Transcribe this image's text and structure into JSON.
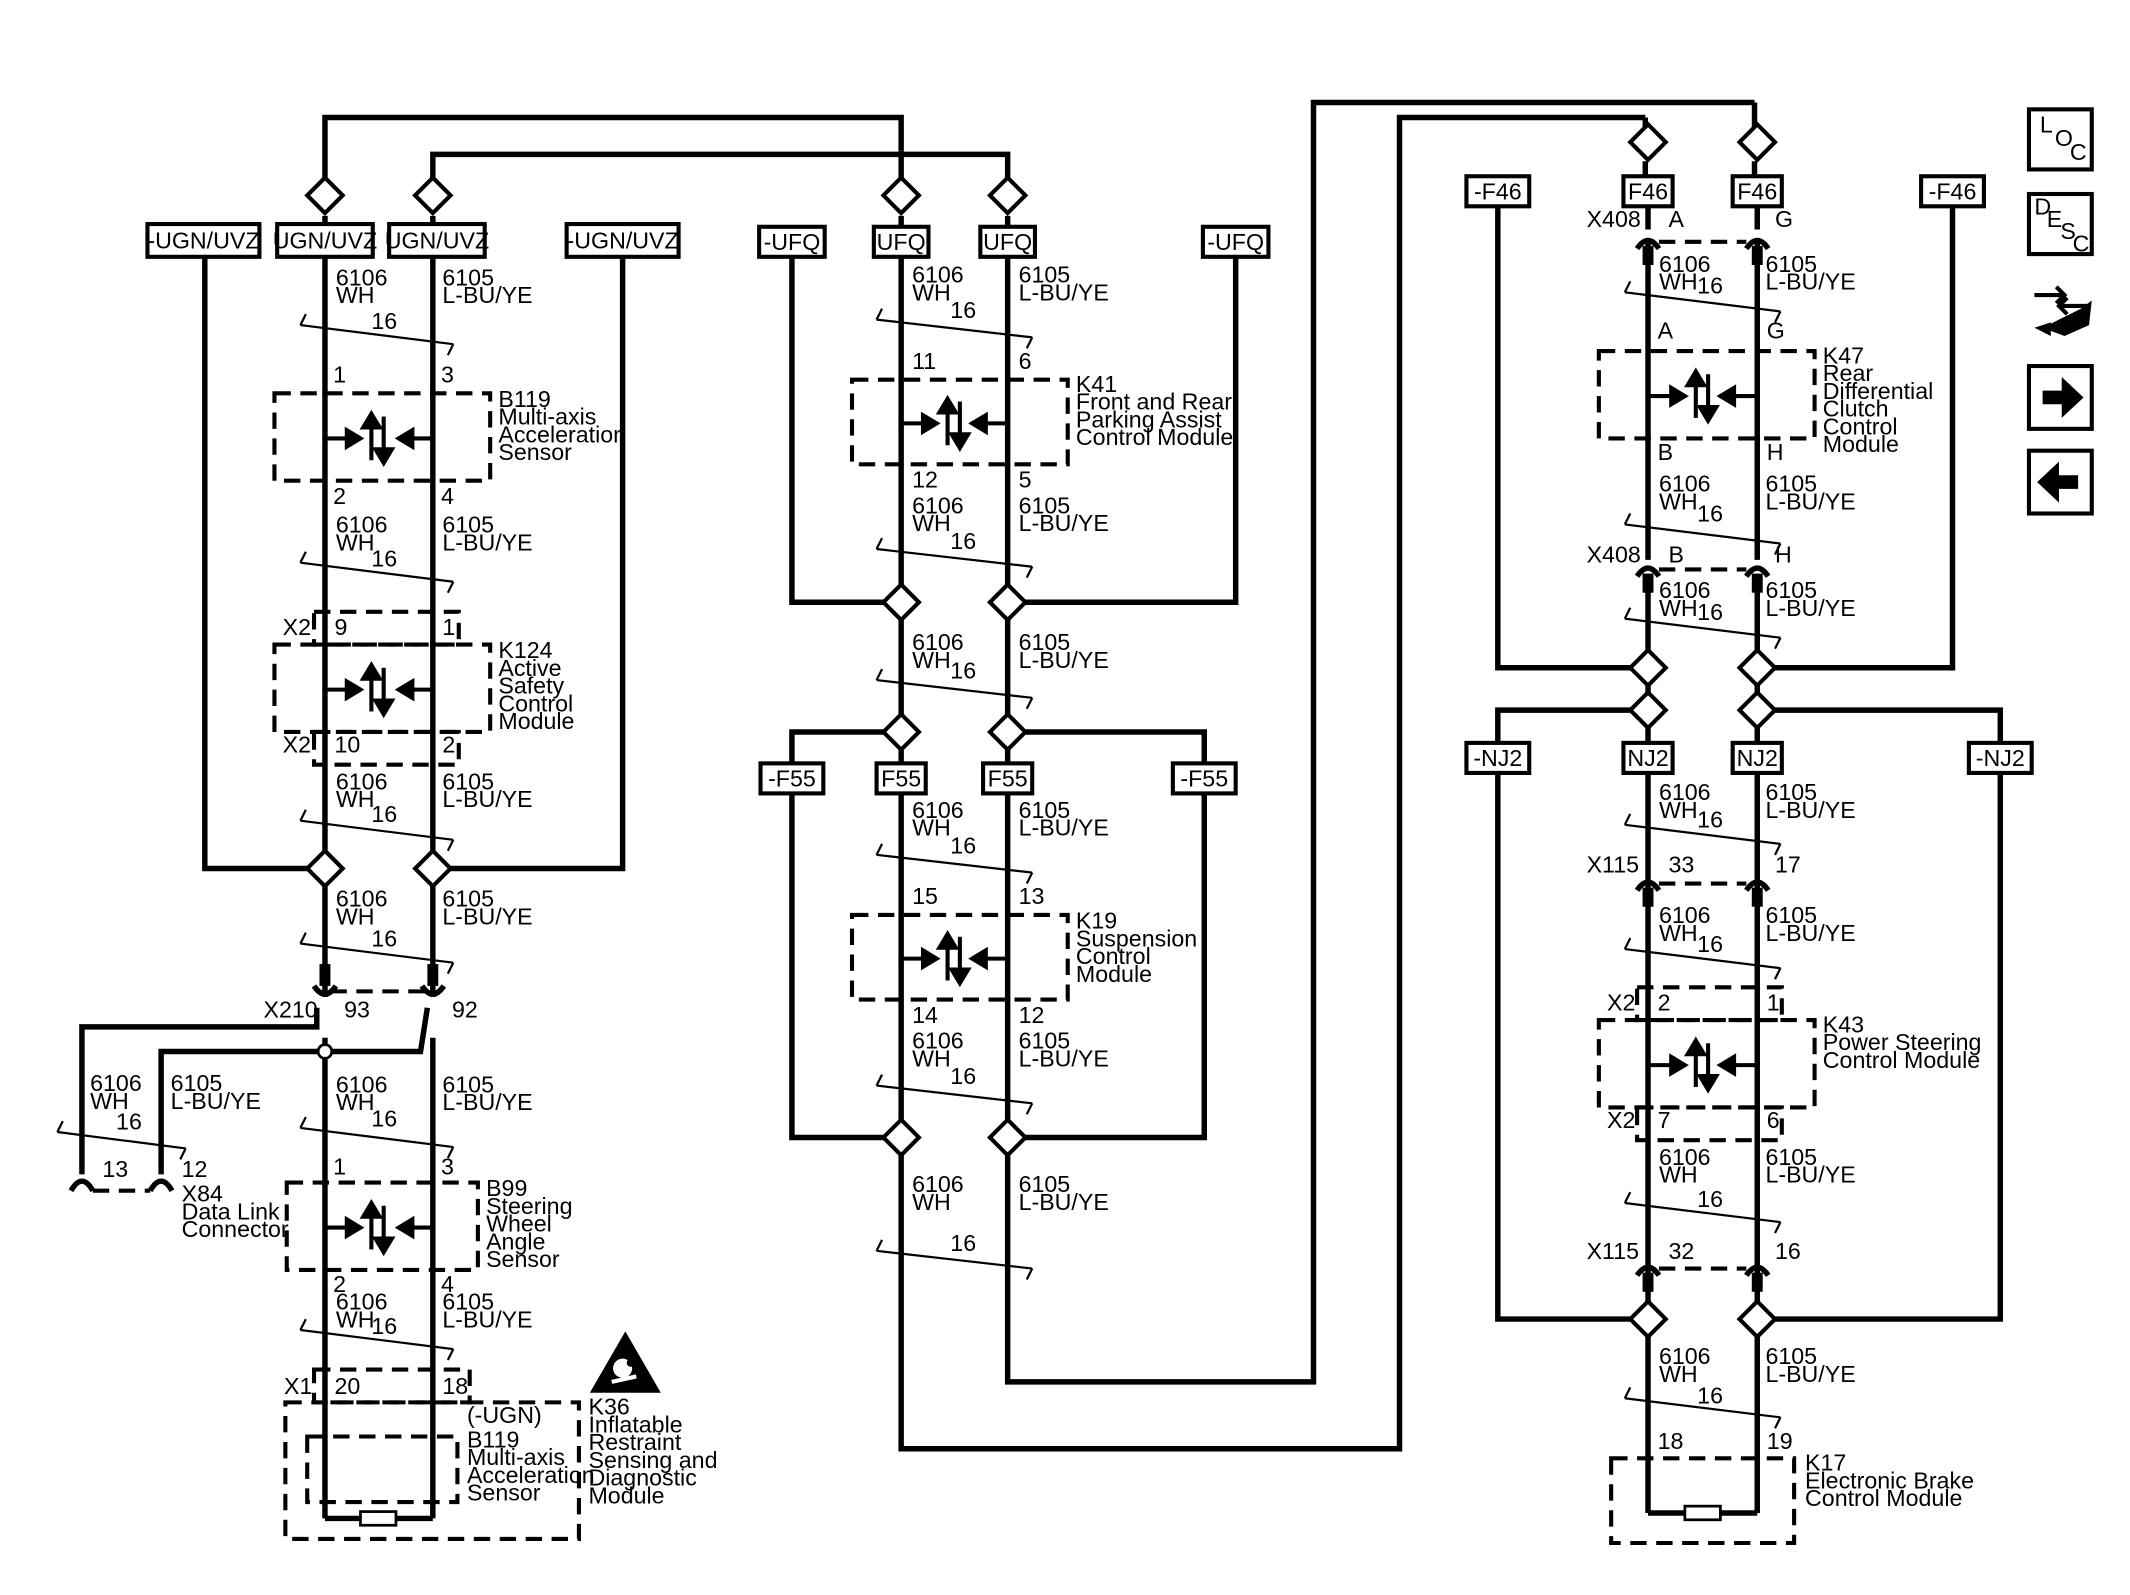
{
  "splice_pack_labels": {
    "ugn_left_neg": "-UGN/UVZ",
    "ugn_a": "UGN/UVZ",
    "ugn_b": "UGN/UVZ",
    "ugn_right_neg": "-UGN/UVZ",
    "ufq_left_neg": "-UFQ",
    "ufq_a": "UFQ",
    "ufq_b": "UFQ",
    "ufq_right_neg": "-UFQ",
    "f55_left_neg": "-F55",
    "f55_a": "F55",
    "f55_b": "F55",
    "f55_right_neg": "-F55",
    "f46_left_neg": "-F46",
    "f46_a": "F46",
    "f46_b": "F46",
    "f46_right_neg": "-F46",
    "nj2_left_neg": "-NJ2",
    "nj2_a": "NJ2",
    "nj2_b": "NJ2",
    "nj2_right_neg": "-NJ2"
  },
  "wire": {
    "wh_circuit": "6106",
    "wh_color": "WH",
    "bu_circuit": "6105",
    "bu_color": "L-BU/YE",
    "gauge": "16"
  },
  "modules": {
    "b119": [
      "B119",
      "Multi-axis",
      "Acceleration",
      "Sensor"
    ],
    "k124": [
      "K124",
      "Active",
      "Safety",
      "Control",
      "Module"
    ],
    "b99": [
      "B99",
      "Steering",
      "Wheel",
      "Angle",
      "Sensor"
    ],
    "k36": [
      "K36",
      "Inflatable",
      "Restraint",
      "Sensing and",
      "Diagnostic",
      "Module"
    ],
    "k36_inner": [
      "(-UGN)",
      "B119",
      "Multi-axis",
      "Acceleration",
      "Sensor"
    ],
    "k41": [
      "K41",
      "Front and Rear",
      "Parking Assist",
      "Control Module"
    ],
    "k19": [
      "K19",
      "Suspension",
      "Control",
      "Module"
    ],
    "k47": [
      "K47",
      "Rear",
      "Differential",
      "Clutch",
      "Control",
      "Module"
    ],
    "k43": [
      "K43",
      "Power Steering",
      "Control Module"
    ],
    "k17": [
      "K17",
      "Electronic Brake",
      "Control Module"
    ],
    "x84": [
      "X84",
      "Data Link",
      "Connector"
    ]
  },
  "connectors": {
    "x2": "X2",
    "x1": "X1",
    "x210": "X210",
    "x408": "X408",
    "x115": "X115"
  },
  "pins": {
    "b119_in": [
      "1",
      "3"
    ],
    "b119_out": [
      "2",
      "4"
    ],
    "k124_in": [
      "9",
      "1"
    ],
    "k124_out": [
      "10",
      "2"
    ],
    "x210": [
      "93",
      "92"
    ],
    "x84": [
      "13",
      "12"
    ],
    "b99_in": [
      "1",
      "3"
    ],
    "b99_out": [
      "2",
      "4"
    ],
    "k36": [
      "20",
      "18"
    ],
    "k41_in": [
      "11",
      "6"
    ],
    "k41_out": [
      "12",
      "5"
    ],
    "k19_in": [
      "15",
      "13"
    ],
    "k19_out": [
      "14",
      "12"
    ],
    "x408_top": [
      "A",
      "G"
    ],
    "k47_in": [
      "A",
      "G"
    ],
    "k47_out": [
      "B",
      "H"
    ],
    "x408_bot": [
      "B",
      "H"
    ],
    "x115_top": [
      "33",
      "17"
    ],
    "k43_in": [
      "2",
      "1"
    ],
    "k43_out": [
      "7",
      "6"
    ],
    "x115_bot": [
      "32",
      "16"
    ],
    "k17": [
      "18",
      "19"
    ]
  },
  "side_nav": {
    "loc": [
      "L",
      "O",
      "C"
    ],
    "desc": [
      "D",
      "E",
      "S",
      "C"
    ],
    "icon_names": [
      "location-button",
      "description-button",
      "connector-end-view-icon",
      "next-page-icon",
      "previous-page-icon"
    ]
  }
}
